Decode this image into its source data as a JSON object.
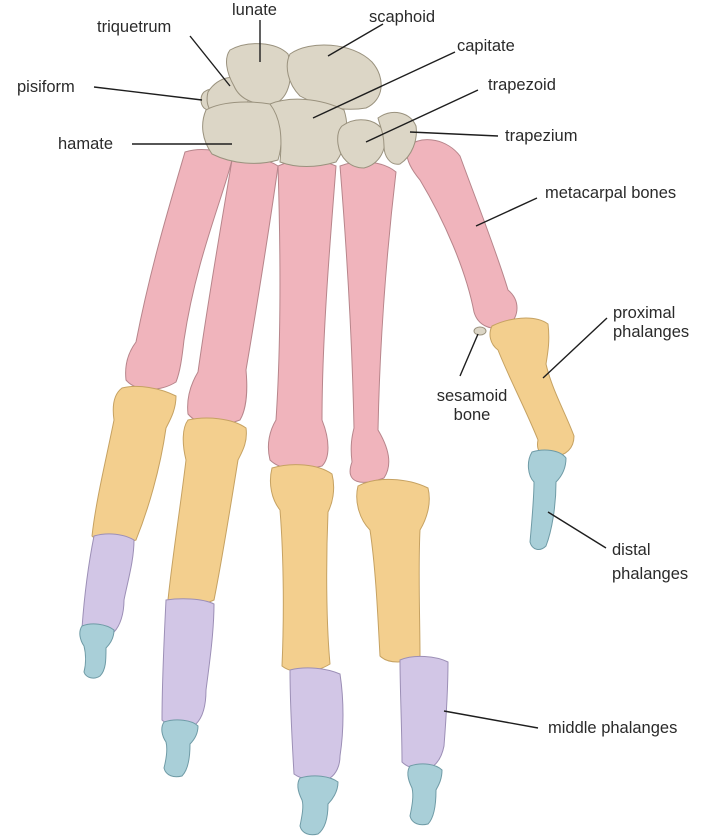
{
  "figure": {
    "subject": "Bones of the human hand (dorsal view)",
    "colors": {
      "carpals": "#dcd6c6",
      "metacarpals": "#f0b4bc",
      "proximal_phalanges": "#f3cf8e",
      "middle_phalanges": "#d2c6e6",
      "distal_phalanges": "#a9cfd8",
      "label_text": "#2a2a2a",
      "leader_lines": "#1e1e1e"
    }
  },
  "labels": {
    "lunate": "lunate",
    "triquetrum": "triquetrum",
    "scaphoid": "scaphoid",
    "capitate": "capitate",
    "pisiform": "pisiform",
    "trapezoid": "trapezoid",
    "hamate": "hamate",
    "trapezium": "trapezium",
    "metacarpal_bones": "metacarpal bones",
    "proximal_phalanges_line1": "proximal",
    "proximal_phalanges_line2": "phalanges",
    "sesamoid_bone_line1": "sesamoid",
    "sesamoid_bone_line2": "bone",
    "distal_phalanges_line1": "distal",
    "distal_phalanges_line2": "phalanges",
    "middle_phalanges": "middle phalanges"
  }
}
